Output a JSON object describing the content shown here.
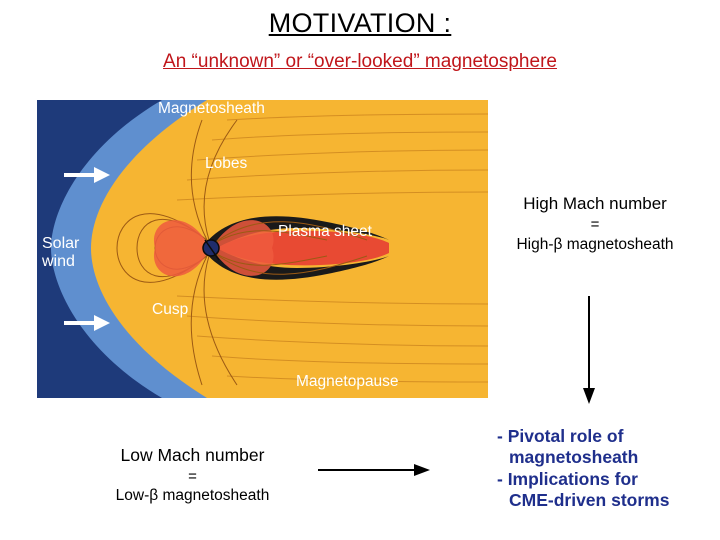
{
  "slide": {
    "title": "MOTIVATION :",
    "subtitle": "An “unknown” or “over-looked” magnetosphere"
  },
  "figure": {
    "labels": {
      "magnetosheath": "Magnetosheath",
      "lobes": "Lobes",
      "plasma_sheet": "Plasma sheet",
      "cusp": "Cusp",
      "magnetopause": "Magnetopause"
    },
    "colors": {
      "solar_wind": "#1e3a7a",
      "magnetosheath": "#5f8fcf",
      "magnetosphere": "#f6b532",
      "lobes_inner": "#f0503a",
      "field_lines": "#9c5a14"
    }
  },
  "solar_wind": {
    "label_line1": "Solar",
    "label_line2": "wind",
    "arrow_icons": [
      "right-arrow-icon",
      "right-arrow-icon"
    ]
  },
  "high_mach": {
    "line1": "High Mach number",
    "line2": "=",
    "line3": "High-β magnetosheath",
    "arrow_icon": "down-arrow-icon"
  },
  "low_mach": {
    "line1": "Low Mach number",
    "line2": "=",
    "line3": "Low-β magnetosheath",
    "arrow_icon": "right-arrow-icon"
  },
  "implications": {
    "line1": "- Pivotal role of",
    "line2": "magnetosheath",
    "line3": "- Implications for",
    "line4": "CME-driven storms",
    "color": "#1f2f8c"
  }
}
